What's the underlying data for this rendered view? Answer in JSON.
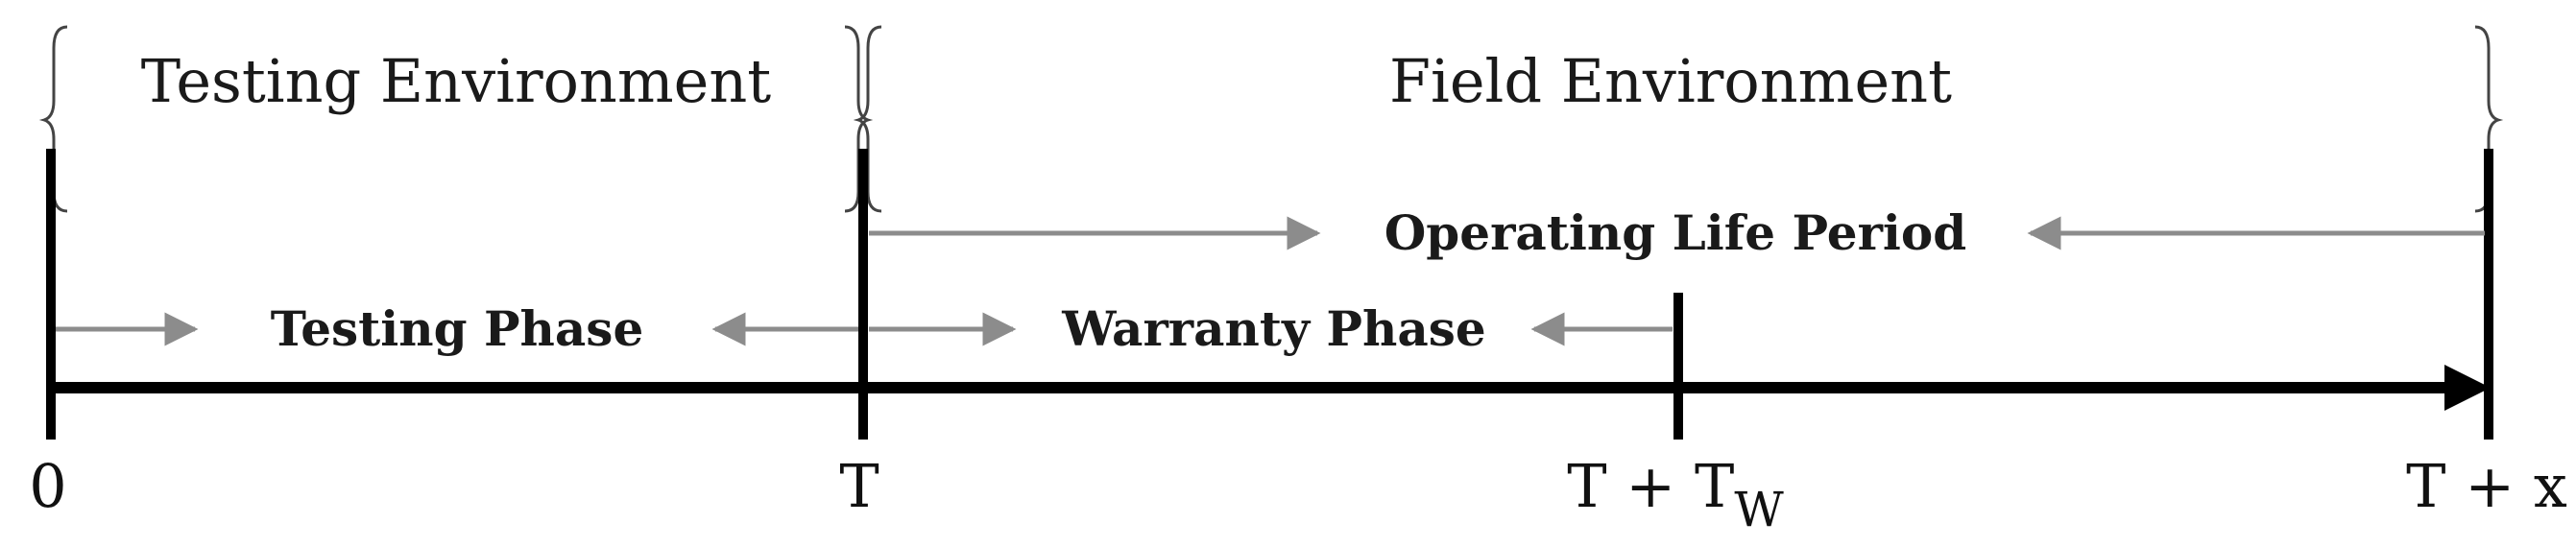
{
  "environments": {
    "testing": "Testing Environment",
    "field": "Field Environment"
  },
  "phases": {
    "operating_life": "Operating Life Period",
    "testing": "Testing Phase",
    "warranty": "Warranty Phase"
  },
  "ticks": {
    "zero": "0",
    "t": "T",
    "t_plus": "T + T",
    "t_sub": "W",
    "t_plus_x": "T + x"
  },
  "colors": {
    "axis": "#000000",
    "arrow": "#8c8c8c",
    "text": "#1a1a1a"
  }
}
